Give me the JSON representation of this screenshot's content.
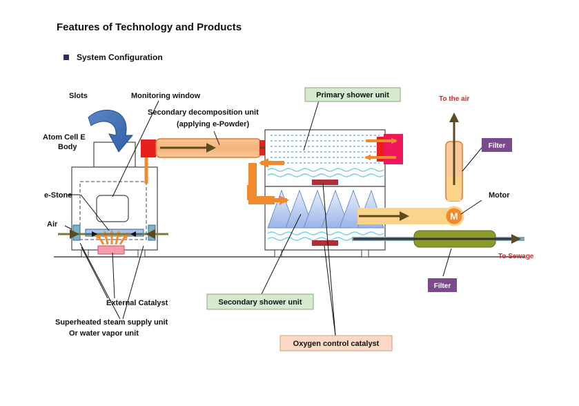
{
  "header": {
    "title": "Features of Technology and Products",
    "section": "System Configuration"
  },
  "labels": {
    "slots": "Slots",
    "monitoring_window": "Monitoring window",
    "secondary_decomposition_line1": "Secondary  decomposition unit",
    "secondary_decomposition_line2": "(applying e-Powder)",
    "primary_shower_unit": "Primary shower unit",
    "to_the_air": "To the air",
    "filter_top": "Filter",
    "motor": "Motor",
    "motor_symbol": "M",
    "atom_cell_line1": "Atom Cell E",
    "atom_cell_line2": "Body",
    "e_stone": "e-Stone",
    "air": "Air",
    "to_sewage": "To Sewage",
    "filter_bottom": "Filter",
    "external_catalyst": "External Catalyst",
    "secondary_shower_unit": "Secondary shower unit",
    "steam_line1": "Superheated steam supply unit",
    "steam_line2": "Or water vapor unit",
    "oxygen_control_catalyst": "Oxygen control catalyst"
  },
  "colors": {
    "orange": "#f08a2c",
    "light_orange": "#f7c59a",
    "red": "#e8201c",
    "pink": "#f0185a",
    "green_label_bg": "#d6ead0",
    "peach_label_bg": "#fbd9c4",
    "filter_purple": "#7b4a8a",
    "duct_yellow": "#f9d48a",
    "sewage_olive": "#8c9a2b",
    "water_blue": "#7ad0e8"
  }
}
